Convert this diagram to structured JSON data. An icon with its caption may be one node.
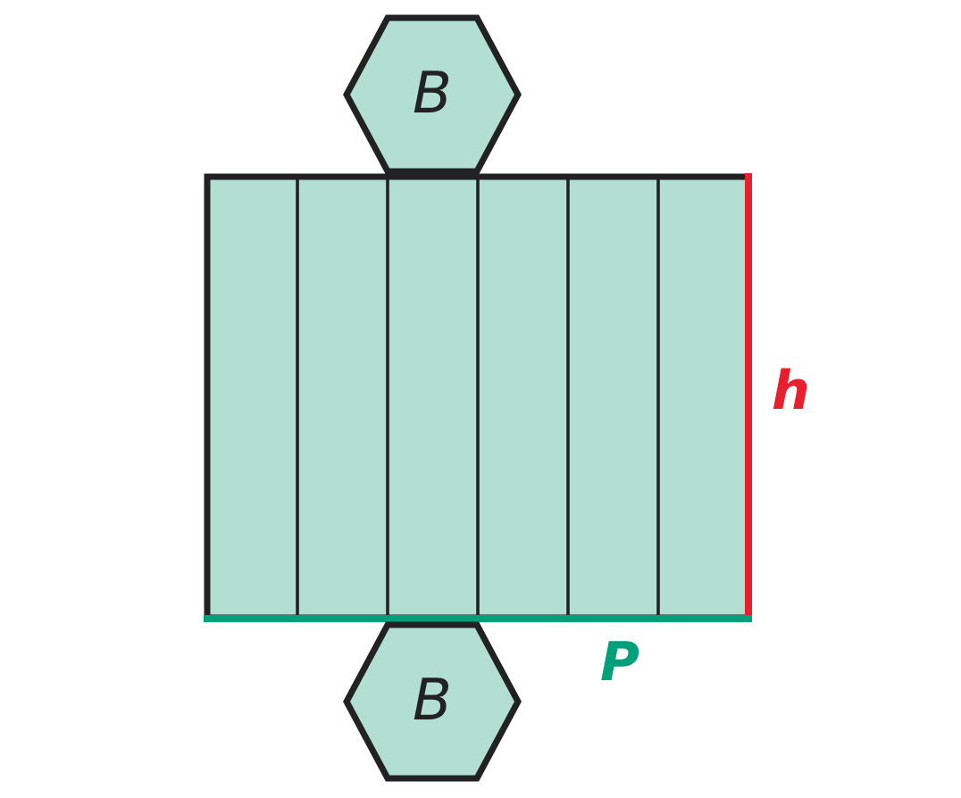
{
  "diagram": {
    "nodes": [
      {
        "text": [
          "B"
        ]
      },
      {
        "text": [
          "B"
        ]
      }
    ],
    "labels": [
      "h",
      "P"
    ]
  }
}
